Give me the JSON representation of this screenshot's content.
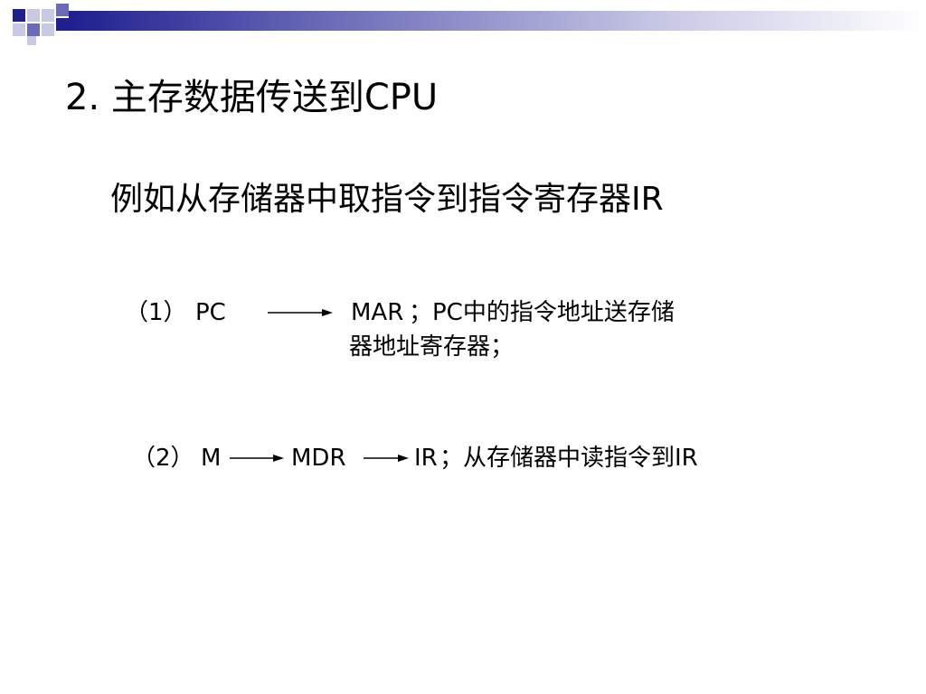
{
  "slide": {
    "title": "2. 主存数据传送到CPU",
    "subtitle": "例如从存储器中取指令到指令寄存器IR",
    "steps": [
      {
        "index": "（1）",
        "source": "PC",
        "target": "MAR",
        "desc_line1": "；PC中的指令地址送存储",
        "desc_line2": "器地址寄存器；"
      },
      {
        "index": "（2）",
        "source": "M",
        "middle": "MDR",
        "target": "IR",
        "desc": "；从存储器中读指令到IR"
      }
    ]
  },
  "colors": {
    "accent_dark": "#1f1f8f",
    "accent_mid": "#6a6ab8",
    "accent_light": "#c9c9e6",
    "text": "#000000"
  }
}
